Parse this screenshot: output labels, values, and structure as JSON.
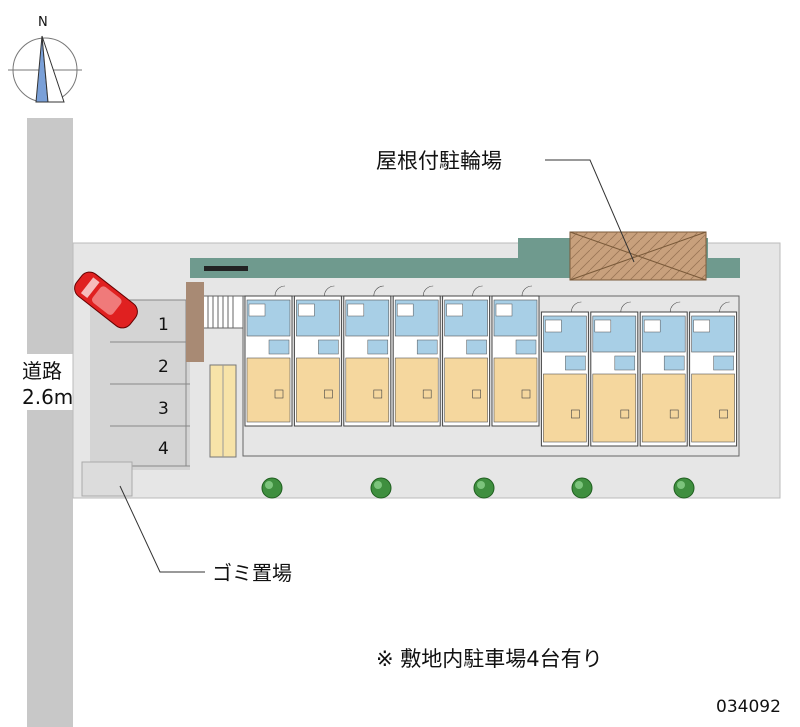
{
  "compass": {
    "north_label": "N"
  },
  "road": {
    "name": "道路",
    "width": "2.6m"
  },
  "labels": {
    "roofed_bicycle_parking": "屋根付駐輪場",
    "garbage_area": "ゴミ置場",
    "note": "※ 敷地内駐車場4台有り",
    "property_code": "034092"
  },
  "parking_spaces": [
    "1",
    "2",
    "3",
    "4"
  ],
  "units": {
    "count": 10,
    "upper_row_count": 6,
    "lower_row_count": 4
  },
  "trees": {
    "count": 5
  },
  "colors": {
    "road": "#c8c8c8",
    "lot": "#e6e6e6",
    "unit_floor": "#f5d79e",
    "unit_bath": "#a8cfe6",
    "bike_roof": "#c8a07c",
    "hedge": "#6f9a8e",
    "car": "#e02020"
  }
}
